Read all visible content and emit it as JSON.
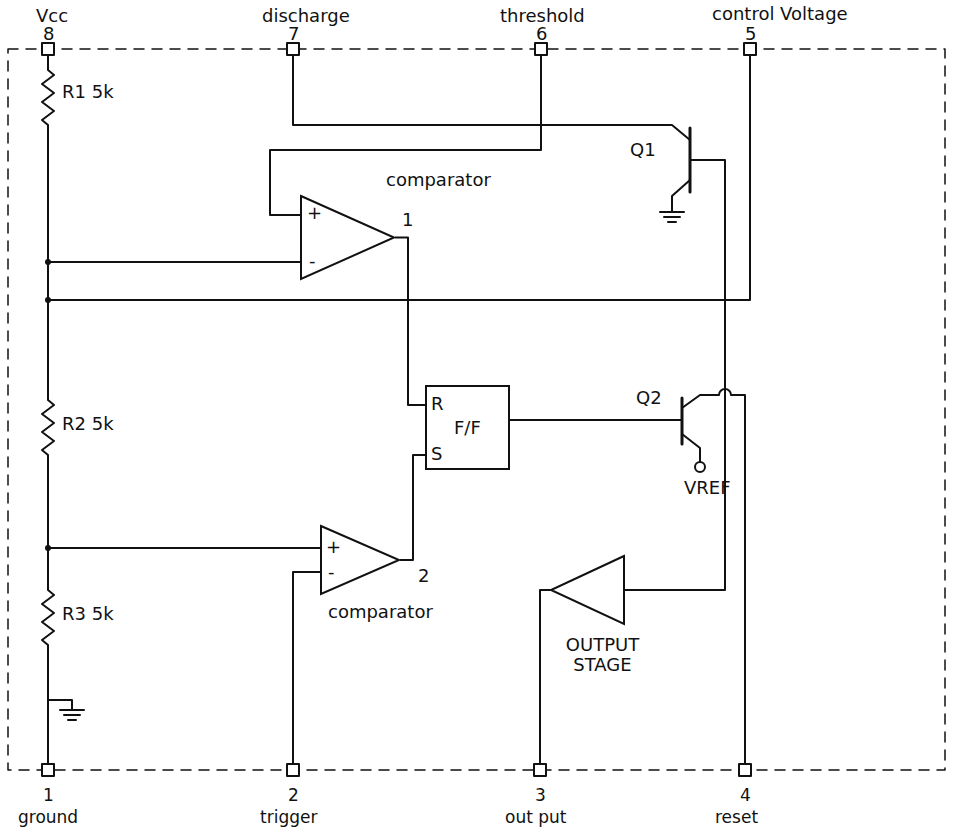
{
  "diagram": {
    "nodes": [
      {
        "text": [
          "+",
          "-"
        ]
      },
      {
        "text": [
          "R",
          "F/F",
          "S"
        ]
      },
      {
        "text": [
          "+",
          "-"
        ]
      },
      {
        "text": [
          "OUTPUT STAGE"
        ]
      }
    ],
    "edges": [
      {
        "from": 0,
        "to": 1,
        "arrow": "none"
      },
      {
        "from": 2,
        "to": 1,
        "arrow": "none"
      }
    ],
    "labels": [
      "Vcc",
      "8",
      "discharge",
      "7",
      "threshold",
      "6",
      "control Voltage",
      "5",
      "R1 5k",
      "R2 5k",
      "R3 5k",
      "Q1",
      "Q2",
      "VREF",
      "comparator",
      "1",
      "comparator",
      "2",
      "1",
      "ground",
      "2",
      "trigger",
      "3",
      "out put",
      "4",
      "reset"
    ]
  }
}
